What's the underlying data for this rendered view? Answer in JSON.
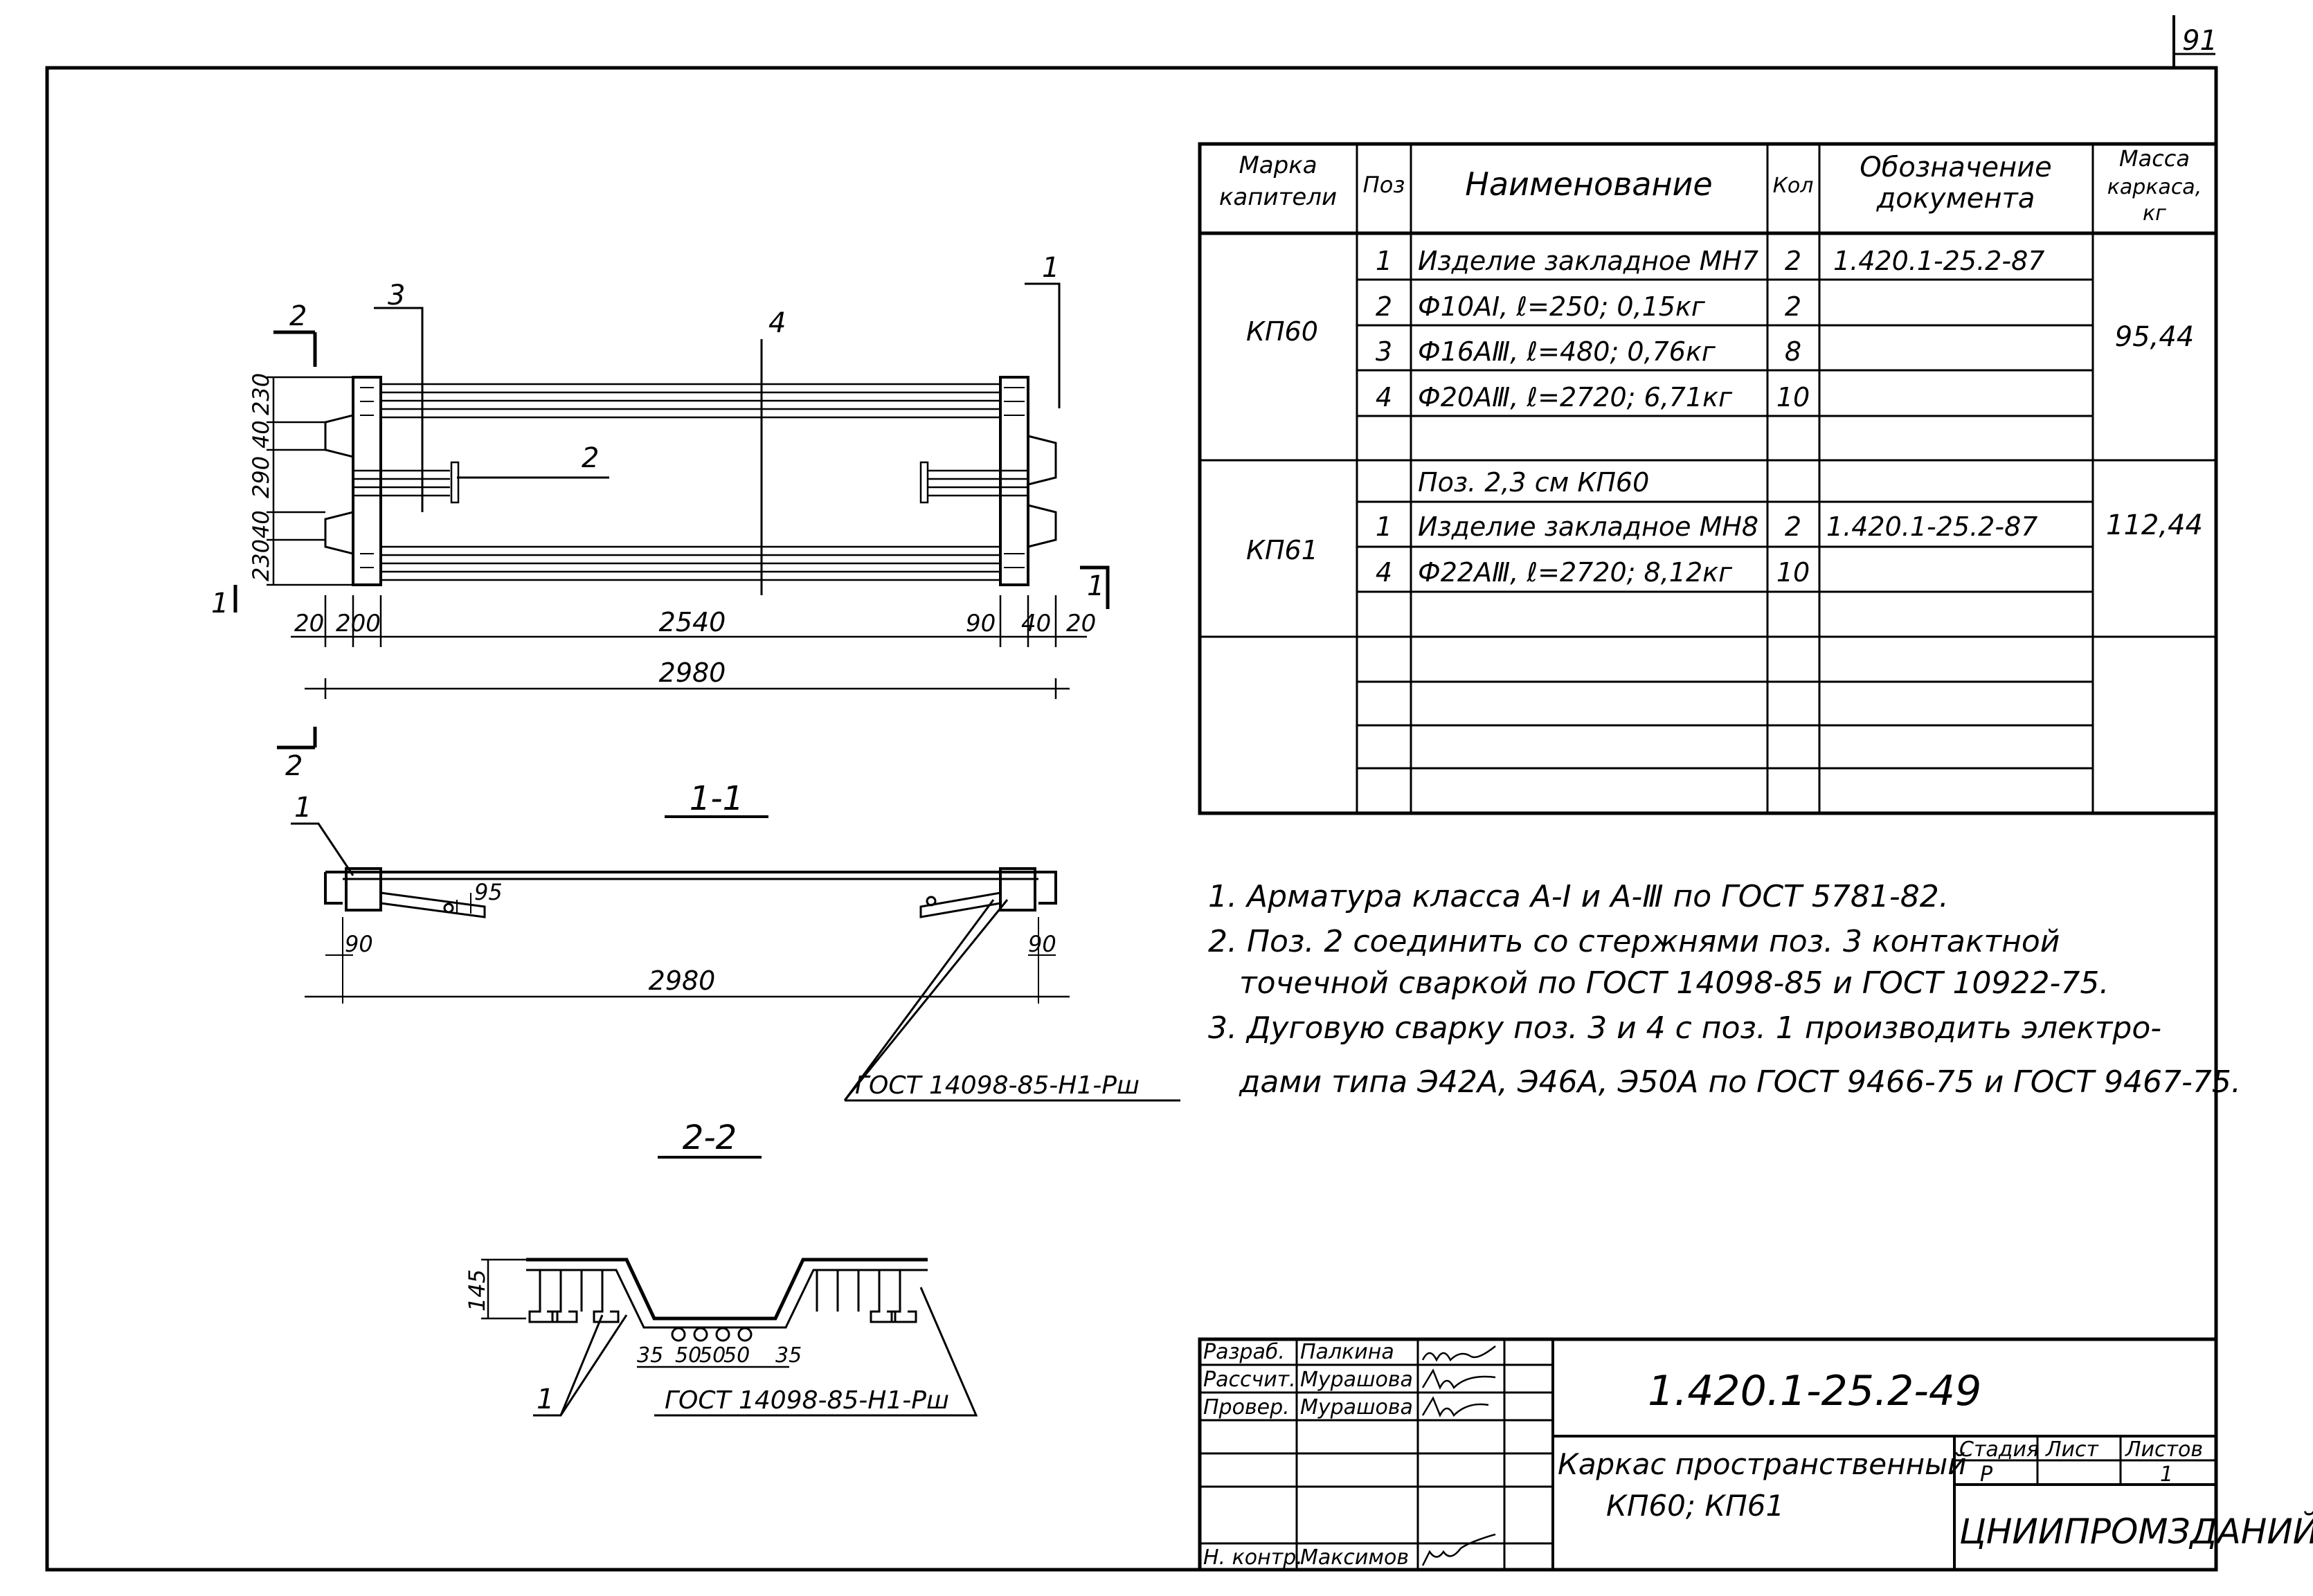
{
  "page_number": "91",
  "spec_table": {
    "headers": {
      "mark_1": "Марка",
      "mark_2": "капители",
      "pos": "Поз",
      "name": "Наименование",
      "qty": "Кол",
      "doc_1": "Обозначение",
      "doc_2": "документа",
      "mass_1": "Масса",
      "mass_2": "каркаса,",
      "mass_3": "кг"
    },
    "groups": [
      {
        "mark": "КП60",
        "mass": "95,44",
        "rows": [
          {
            "pos": "1",
            "name": "Изделие закладное МН7",
            "qty": "2",
            "doc": "1.420.1-25.2-87"
          },
          {
            "pos": "2",
            "name": "Ф10АⅠ, ℓ=250; 0,15кг",
            "qty": "2",
            "doc": ""
          },
          {
            "pos": "3",
            "name": "Ф16АⅢ, ℓ=480; 0,76кг",
            "qty": "8",
            "doc": ""
          },
          {
            "pos": "4",
            "name": "Ф20АⅢ, ℓ=2720; 6,71кг",
            "qty": "10",
            "doc": ""
          }
        ]
      },
      {
        "mark": "КП61",
        "mass": "112,44",
        "rows": [
          {
            "pos": "",
            "name": "Поз. 2,3 см КП60",
            "qty": "",
            "doc": ""
          },
          {
            "pos": "1",
            "name": "Изделие закладное МН8",
            "qty": "2",
            "doc": "1.420.1-25.2-87"
          },
          {
            "pos": "4",
            "name": "Ф22АⅢ, ℓ=2720; 8,12кг",
            "qty": "10",
            "doc": ""
          }
        ]
      }
    ]
  },
  "notes": [
    "1. Арматура класса А-Ⅰ и А-Ⅲ по ГОСТ 5781-82.",
    "2. Поз. 2 соединить со стержнями поз. 3 контактной",
    "точечной сваркой по ГОСТ 14098-85 и ГОСТ 10922-75.",
    "3. Дуговую сварку поз. 3 и 4 с поз. 1 производить электро-",
    "дами типа Э42А, Э46А, Э50А по ГОСТ 9466-75 и ГОСТ 9467-75."
  ],
  "plan_view": {
    "callouts": {
      "p1": "1",
      "p2": "2",
      "p3": "3",
      "p4": "4"
    },
    "section_marks": {
      "s1": "1",
      "s2": "2"
    },
    "dims": {
      "d20a": "20",
      "d200": "200",
      "d2540": "2540",
      "d90": "90",
      "d40": "40",
      "d20b": "20",
      "total": "2980",
      "v230a": "230",
      "v40a": "40",
      "v290": "290",
      "v40b": "40",
      "v230b": "230"
    }
  },
  "section_1": {
    "title": "1-1",
    "callout": "1",
    "dims": {
      "d95": "95",
      "d90a": "90",
      "d90b": "90",
      "total": "2980"
    },
    "weld": "ГОСТ 14098-85-Н1-Рш"
  },
  "section_2": {
    "title": "2-2",
    "callout": "1",
    "dims": {
      "h145": "145",
      "a35": "35",
      "b50a": "50",
      "b50b": "50",
      "b50c": "50",
      "a35b": "35"
    },
    "weld": "ГОСТ 14098-85-Н1-Рш"
  },
  "title_block": {
    "rows": [
      {
        "role": "Разраб.",
        "name": "Палкина"
      },
      {
        "role": "Рассчит.",
        "name": "Мурашова"
      },
      {
        "role": "Провер.",
        "name": "Мурашова"
      },
      {
        "role": "",
        "name": ""
      },
      {
        "role": "",
        "name": ""
      },
      {
        "role": "Н. контр.",
        "name": "Максимов"
      }
    ],
    "doc_number": "1.420.1-25.2-49",
    "title_1": "Каркас пространственный",
    "title_2": "КП60; КП61",
    "stage_label": "Стадия",
    "sheet_label": "Лист",
    "sheets_label": "Листов",
    "stage": "Р",
    "sheet": "",
    "sheets": "1",
    "org": "ЦНИИПРОМЗДАНИЙ"
  }
}
